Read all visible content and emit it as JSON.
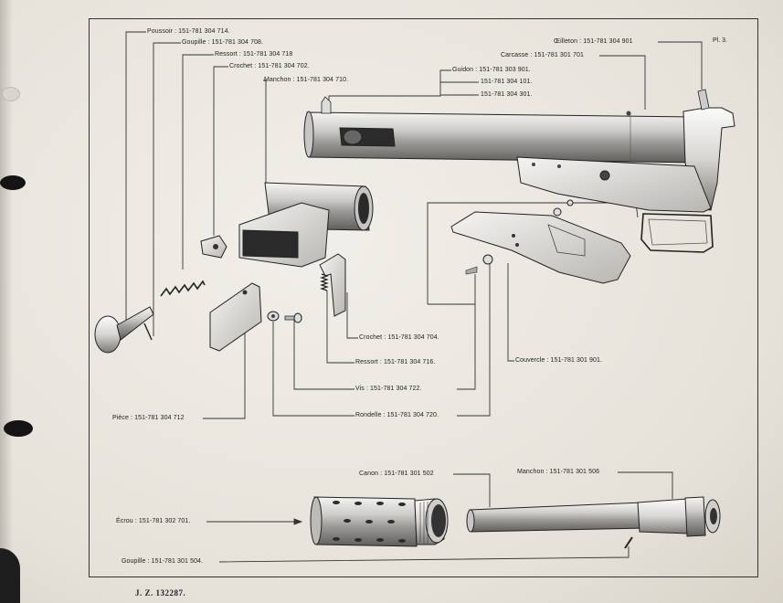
{
  "plate_number": "Pl. 3.",
  "footer": "J. Z. 132287.",
  "labels": {
    "poussoir": "Poussoir : 151-781 304 714.",
    "goupille_top": "Goupille : 151-781 304 708.",
    "ressort_top": "Ressort : 151-781 304 718",
    "crochet_top": "Crochet : 151-781 304 702.",
    "manchon_top": "Manchon : 151-781 304 710.",
    "guidon": "Guidon : 151-781 303 901.",
    "guidon_2": "151-781 304 101.",
    "guidon_3": "151-781 304 301.",
    "oeilleton": "Œilleton : 151-781 304 901",
    "carcasse": "Carcasse : 151-781 301 701",
    "crochet_mid": "Crochet : 151-781 304 704.",
    "ressort_mid": "Ressort : 151-781 304 716.",
    "couvercle": "Couvercle : 151-781 301 901.",
    "vis": "Vis : 151-781 304 722.",
    "piece": "Pièce : 151-781 304 712",
    "rondelle": "Rondelle : 151-781 304 720.",
    "canon": "Canon : 151-781 301 502",
    "manchon_bottom": "Manchon : 151-781 301 506",
    "ecrou": "Écrou : 151-781 302 701.",
    "goupille_bottom": "Goupille : 151-781 301 504."
  }
}
